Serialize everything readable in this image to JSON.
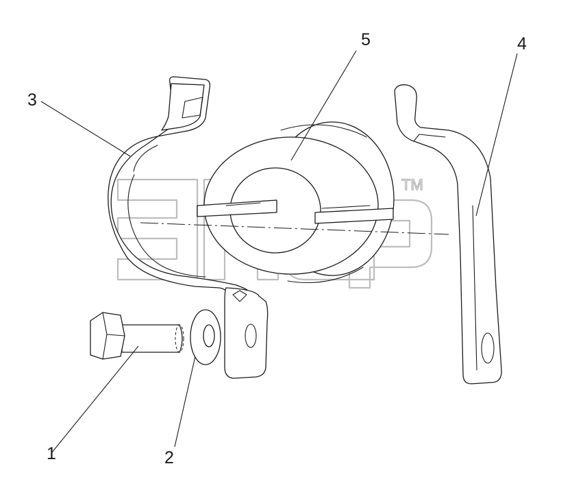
{
  "callouts": {
    "bolt": "1",
    "washer": "2",
    "bracket_left": "3",
    "bracket_right": "4",
    "bushing": "5"
  },
  "watermark": {
    "trademark": "TM"
  },
  "colors": {
    "line": "#1a1a1a",
    "watermark": "#bdbdbd",
    "background": "#ffffff"
  }
}
